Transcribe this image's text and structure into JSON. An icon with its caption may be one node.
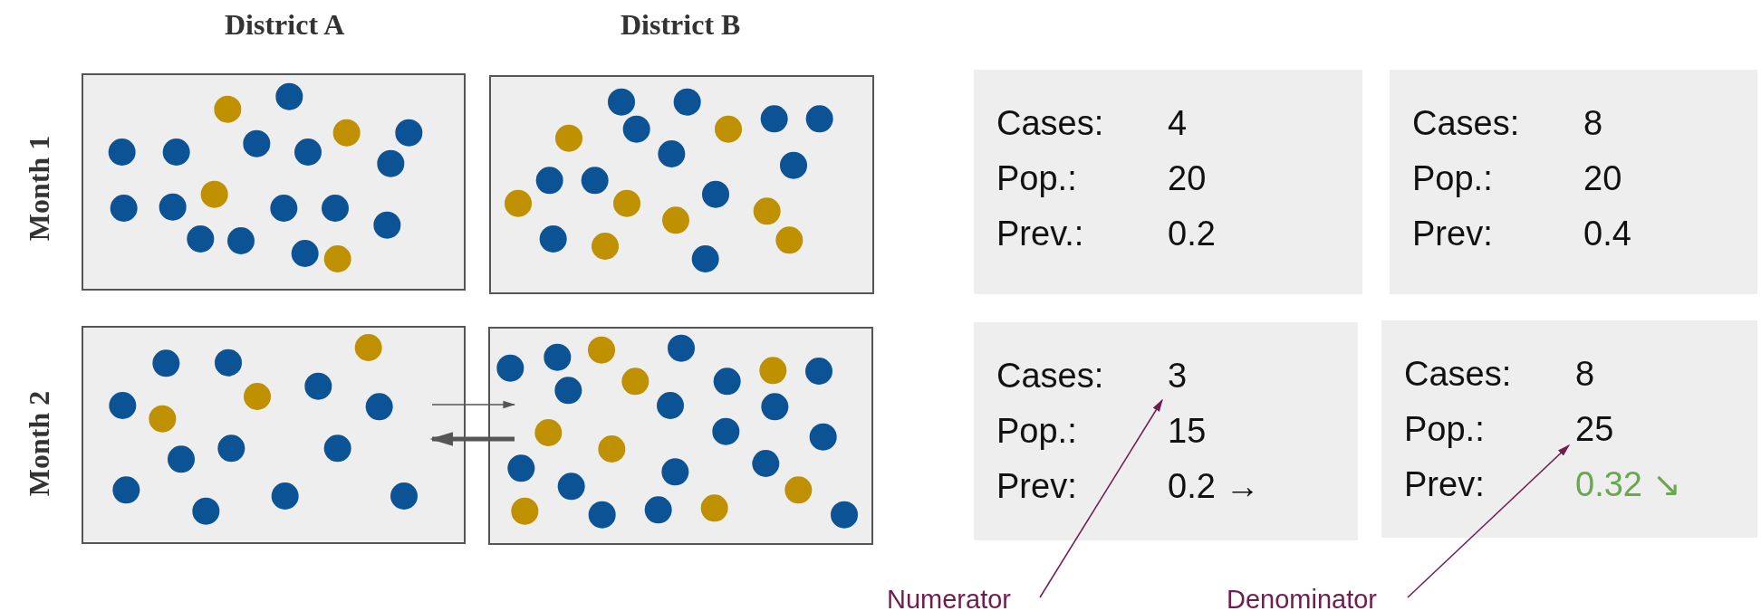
{
  "diagram": {
    "nodes": [
      {
        "text": [],
        "shape": "box"
      },
      {
        "text": [],
        "shape": "box"
      },
      {
        "text": [],
        "shape": "box"
      },
      {
        "text": [],
        "shape": "box"
      },
      {
        "text": [
          "Cases:",
          "4",
          "Pop.:",
          "20",
          "Prev.:",
          "0.2"
        ]
      },
      {
        "text": [
          "Cases:",
          "8",
          "Pop.:",
          "20",
          "Prev:",
          "0.4"
        ]
      },
      {
        "text": [
          "Cases:",
          "3",
          "Pop.:",
          "15",
          "Prev:",
          "0.2 →"
        ]
      },
      {
        "text": [
          "Cases:",
          "8",
          "Pop.:",
          "25",
          "Prev:",
          "0.32 ↘"
        ]
      },
      {
        "text": [
          "Numerator"
        ]
      },
      {
        "text": [
          "Denominator"
        ]
      }
    ],
    "edges": [
      {
        "from": 2,
        "to": 3,
        "arrow": "to"
      },
      {
        "from": 3,
        "to": 2,
        "arrow": "to",
        "style": "thick"
      },
      {
        "from": 8,
        "to": 6,
        "arrow": "to",
        "color": "#6e1d4f"
      },
      {
        "from": 9,
        "to": 7,
        "arrow": "to",
        "color": "#6e1d4f"
      }
    ],
    "labels": [
      "District A",
      "District B",
      "Month 1",
      "Month 2"
    ]
  }
}
